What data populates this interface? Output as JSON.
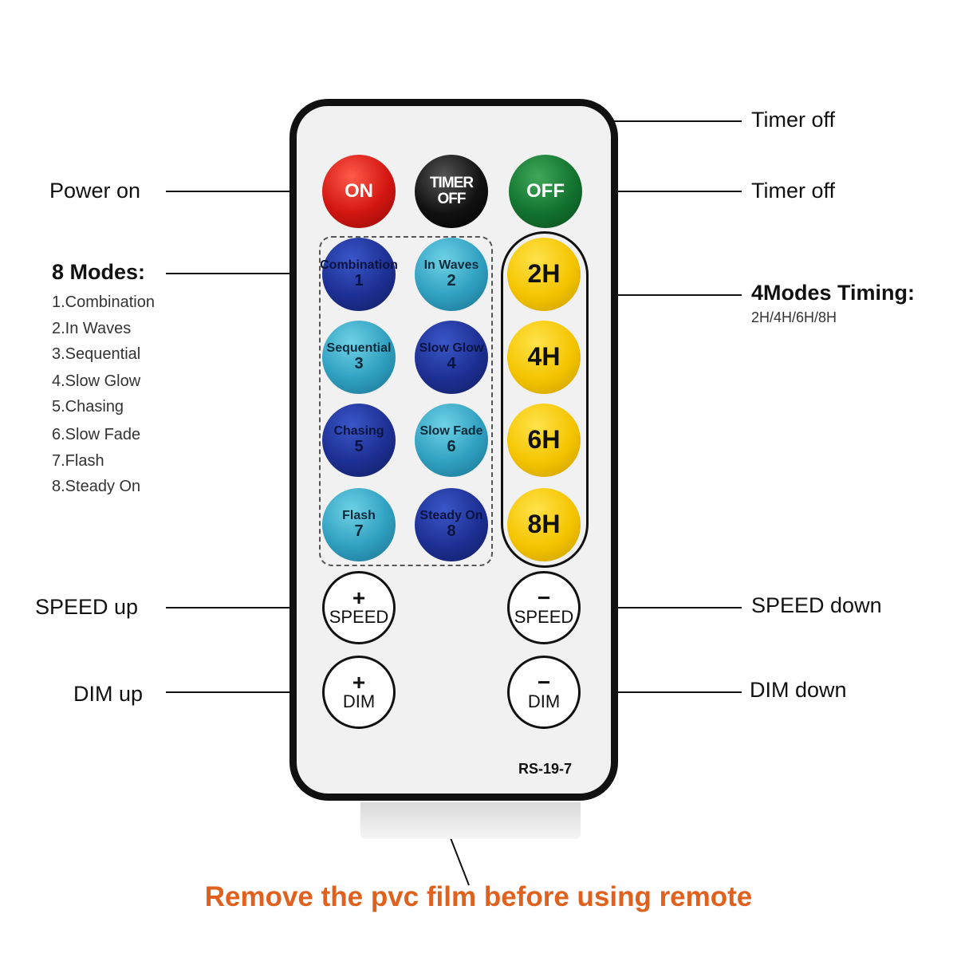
{
  "remote": {
    "top_row": {
      "on": "ON",
      "timer_off": "TIMER OFF",
      "off": "OFF"
    },
    "modes": [
      {
        "name": "Combination",
        "num": "1",
        "style": "dark"
      },
      {
        "name": "In Waves",
        "num": "2",
        "style": "light"
      },
      {
        "name": "Sequential",
        "num": "3",
        "style": "light"
      },
      {
        "name": "Slow Glow",
        "num": "4",
        "style": "dark"
      },
      {
        "name": "Chasing",
        "num": "5",
        "style": "dark"
      },
      {
        "name": "Slow Fade",
        "num": "6",
        "style": "light"
      },
      {
        "name": "Flash",
        "num": "7",
        "style": "light"
      },
      {
        "name": "Steady On",
        "num": "8",
        "style": "dark"
      }
    ],
    "timers": [
      "2H",
      "4H",
      "6H",
      "8H"
    ],
    "speed_plus": {
      "sym": "+",
      "label": "SPEED"
    },
    "speed_minus": {
      "sym": "−",
      "label": "SPEED"
    },
    "dim_plus": {
      "sym": "+",
      "label": "DIM"
    },
    "dim_minus": {
      "sym": "−",
      "label": "DIM"
    },
    "model": "RS-19-7",
    "colors": {
      "on": "#d11510",
      "timer_off": "#111111",
      "off": "#12722e",
      "dark_blue": "#1d2f93",
      "light_blue": "#2f9fc0",
      "yellow": "#f4c400",
      "note": "#e0601d"
    }
  },
  "callouts": {
    "power_on": "Power on",
    "timer_off_top": "Timer off",
    "timer_off_right": "Timer off",
    "modes_title": "8 Modes:",
    "modes_list": [
      "1.Combination",
      "2.In Waves",
      "3.Sequential",
      "4.Slow Glow",
      "5.Chasing",
      "6.Slow Fade",
      "7.Flash",
      "8.Steady On"
    ],
    "timing_title": "4Modes Timing:",
    "timing_sub": "2H/4H/6H/8H",
    "speed_up": "SPEED up",
    "speed_down": "SPEED down",
    "dim_up": "DIM up",
    "dim_down": "DIM down"
  },
  "note": "Remove the pvc film before using remote"
}
